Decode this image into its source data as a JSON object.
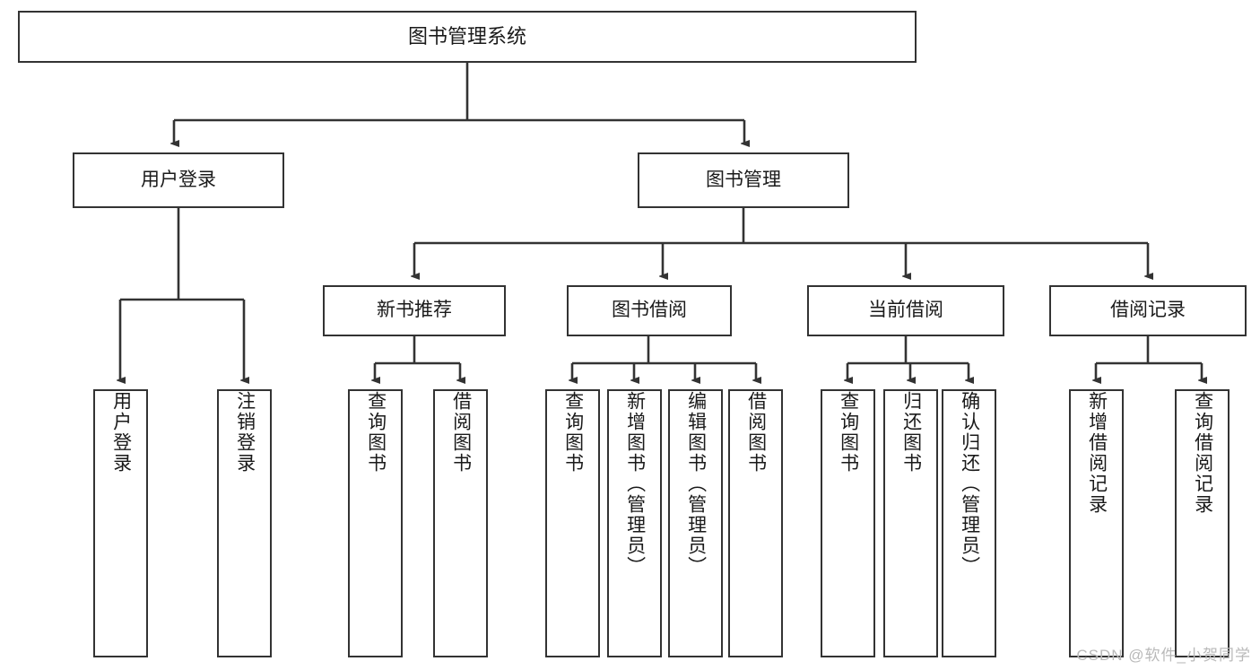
{
  "diagram": {
    "title": "图书管理系统",
    "type": "tree-hierarchy-chart",
    "root": {
      "label": "图书管理系统"
    },
    "level2": [
      {
        "label": "用户登录"
      },
      {
        "label": "图书管理"
      }
    ],
    "level3": [
      {
        "label": "新书推荐"
      },
      {
        "label": "图书借阅"
      },
      {
        "label": "当前借阅"
      },
      {
        "label": "借阅记录"
      }
    ],
    "leaves": {
      "user_login": [
        {
          "label": "用户登录"
        },
        {
          "label": "注销登录"
        }
      ],
      "new_book_recommend": [
        {
          "label": "查询图书"
        },
        {
          "label": "借阅图书"
        }
      ],
      "book_borrow": [
        {
          "label": "查询图书"
        },
        {
          "label": "新增图书（管理员）"
        },
        {
          "label": "编辑图书（管理员）"
        },
        {
          "label": "借阅图书"
        }
      ],
      "current_borrow": [
        {
          "label": "查询图书"
        },
        {
          "label": "归还图书"
        },
        {
          "label": "确认归还（管理员）"
        }
      ],
      "borrow_record": [
        {
          "label": "新增借阅记录"
        },
        {
          "label": "查询借阅记录"
        }
      ]
    },
    "colors": {
      "border": "#333333",
      "background": "#ffffff",
      "text": "#1a1a1a",
      "watermark": "#b9b9b9"
    }
  },
  "watermark": {
    "text": "CSDN @软件_小贺同学"
  }
}
